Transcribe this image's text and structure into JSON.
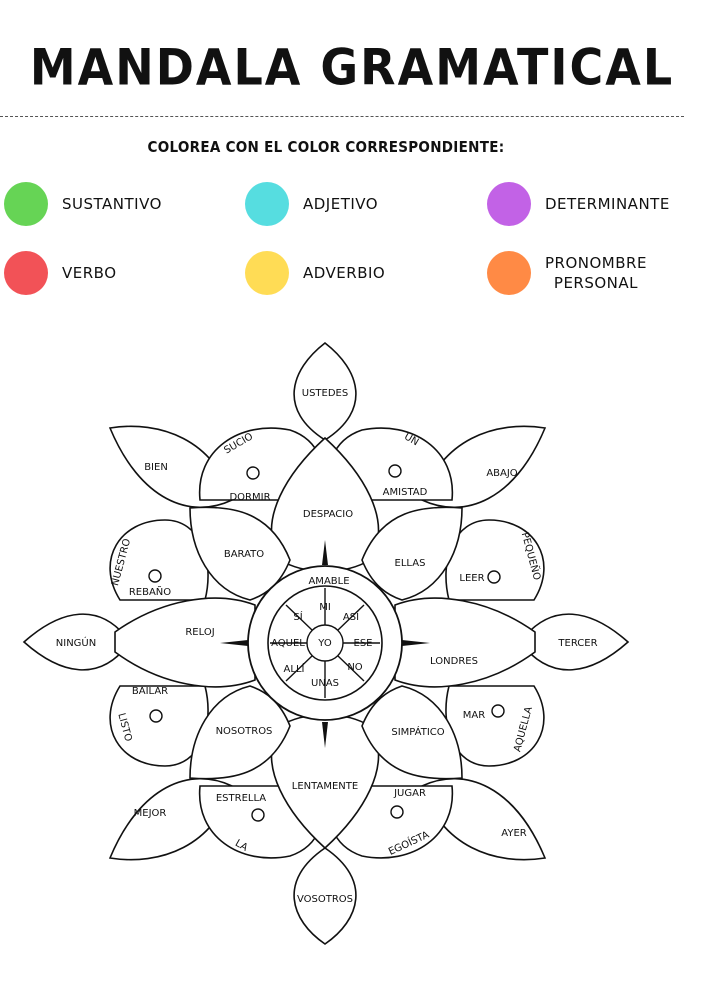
{
  "title": "MANDALA GRAMATICAL",
  "instruction": "COLOREA CON EL COLOR CORRESPONDIENTE:",
  "legend": {
    "sustantivo": {
      "label": "SUSTANTIVO",
      "color": "#66d455"
    },
    "adjetivo": {
      "label": "ADJETIVO",
      "color": "#56dde0"
    },
    "determinante": {
      "label": "DETERMINANTE",
      "color": "#c262e6"
    },
    "verbo": {
      "label": "VERBO",
      "color": "#f25257"
    },
    "adverbio": {
      "label": "ADVERBIO",
      "color": "#ffdc55"
    },
    "pronombre_line1": "PRONOMBRE",
    "pronombre_line2": "PERSONAL",
    "pronombre_color": "#ff8a45"
  },
  "words": {
    "ustedes": "USTEDES",
    "vosotros": "VOSOTROS",
    "ningun": "NINGÚN",
    "tercer": "TERCER",
    "bien": "BIEN",
    "sucio": "SUCIO",
    "dormir": "DORMIR",
    "un": "UN",
    "amistad": "AMISTAD",
    "abajo": "ABAJO",
    "despacio": "DESPACIO",
    "nuestro": "NUESTRO",
    "rebano": "REBAÑO",
    "barato": "BARATO",
    "ellas": "ELLAS",
    "leer": "LEER",
    "pequeno": "PEQUEÑO",
    "amable": "AMABLE",
    "reloj": "RELOJ",
    "londres": "LONDRES",
    "si": "SÍ",
    "mi": "MI",
    "asi": "ASÍ",
    "aquel": "AQUEL",
    "yo": "YO",
    "ese": "ESE",
    "alli": "ALLÍ",
    "unas": "UNAS",
    "no": "NO",
    "bailar": "BAILAR",
    "listo": "LISTO",
    "nosotros": "NOSOTROS",
    "simpatico": "SIMPÁTICO",
    "mar": "MAR",
    "aquella": "AQUELLA",
    "mejor": "MEJOR",
    "estrella": "ESTRELLA",
    "lentamente": "LENTAMENTE",
    "jugar": "JUGAR",
    "la": "LA",
    "egoista": "EGOÍSTA",
    "ayer": "AYER"
  }
}
